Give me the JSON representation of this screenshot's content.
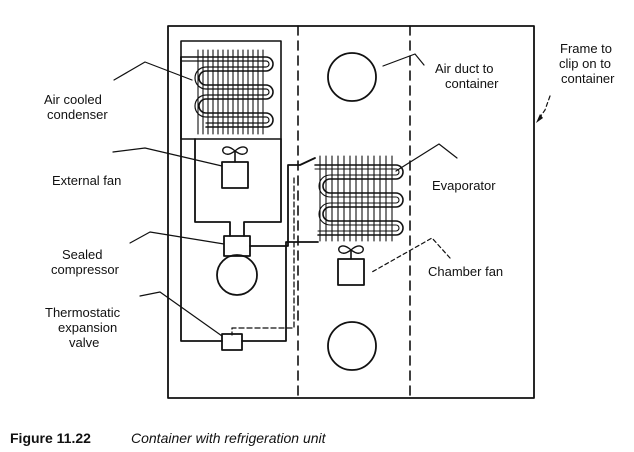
{
  "labels": {
    "condenser": [
      "Air cooled",
      "condenser"
    ],
    "external_fan": [
      "External fan"
    ],
    "compressor": [
      "Sealed",
      "compressor"
    ],
    "valve": [
      "Thermostatic",
      "expansion",
      "valve"
    ],
    "air_duct": [
      "Air duct to",
      "container"
    ],
    "frame": [
      "Frame to",
      "clip on to",
      "container"
    ],
    "evaporator": [
      "Evaporator"
    ],
    "chamber_fan": [
      "Chamber fan"
    ]
  },
  "caption": {
    "number": "Figure 11.22",
    "text": "Container with refrigeration unit"
  }
}
